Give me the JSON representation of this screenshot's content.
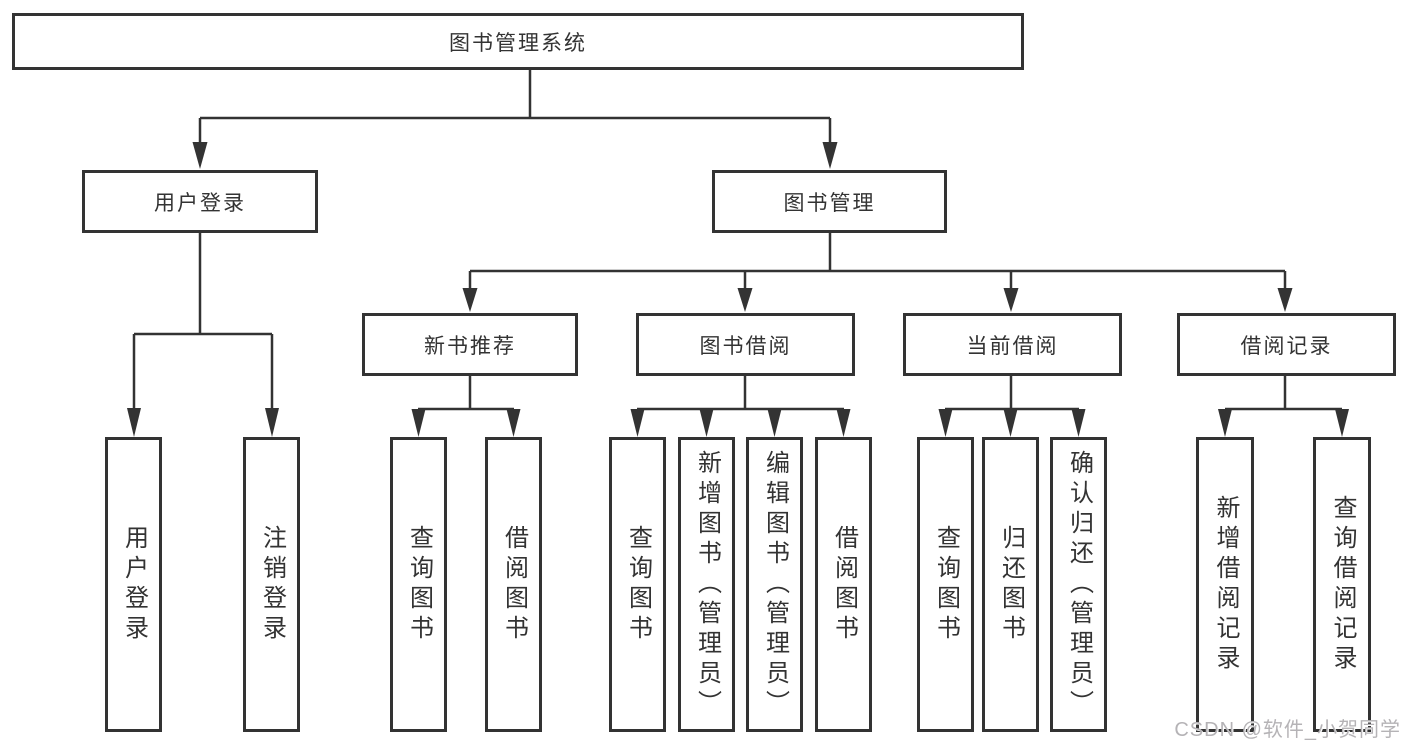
{
  "tree": {
    "label": "图书管理系统",
    "children": [
      {
        "label": "用户登录",
        "children": [
          {
            "label": "用户登录"
          },
          {
            "label": "注销登录"
          }
        ]
      },
      {
        "label": "图书管理",
        "children": [
          {
            "label": "新书推荐",
            "children": [
              {
                "label": "查询图书"
              },
              {
                "label": "借阅图书"
              }
            ]
          },
          {
            "label": "图书借阅",
            "children": [
              {
                "label": "查询图书"
              },
              {
                "label": "新增图书（管理员）"
              },
              {
                "label": "编辑图书（管理员）"
              },
              {
                "label": "借阅图书"
              }
            ]
          },
          {
            "label": "当前借阅",
            "children": [
              {
                "label": "查询图书"
              },
              {
                "label": "归还图书"
              },
              {
                "label": "确认归还（管理员）"
              }
            ]
          },
          {
            "label": "借阅记录",
            "children": [
              {
                "label": "新增借阅记录"
              },
              {
                "label": "查询借阅记录"
              }
            ]
          }
        ]
      }
    ]
  },
  "watermark": {
    "text": "CSDN @软件_小贺同学"
  },
  "colors": {
    "line": "#333333",
    "box_border": "#333333",
    "text": "#333333",
    "background": "#ffffff",
    "watermark": "#b5b3b6"
  }
}
